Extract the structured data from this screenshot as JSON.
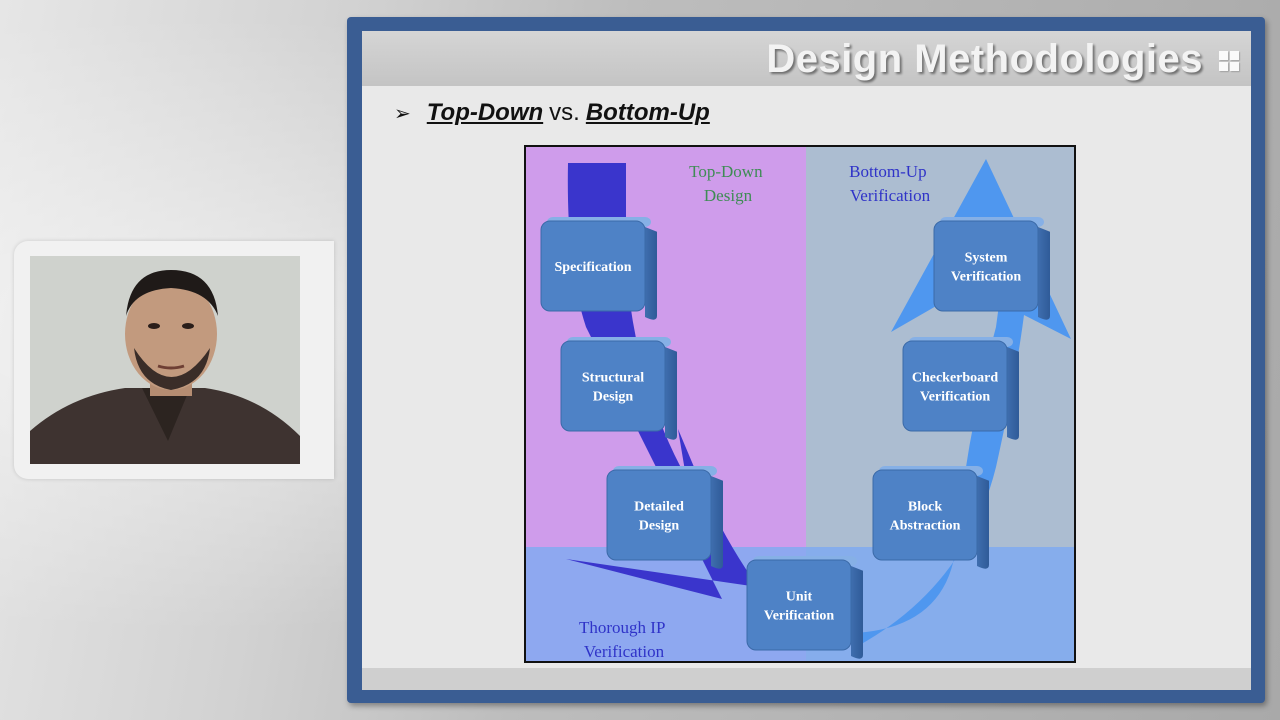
{
  "slide": {
    "title": "Design Methodologies",
    "bullet": {
      "glyph": "➢",
      "term_a": "Top-Down",
      "connector": "vs.",
      "term_b": "Bottom-Up"
    }
  },
  "diagram": {
    "region_labels": {
      "top_down": [
        "Top-Down",
        "Design"
      ],
      "bottom_up": [
        "Bottom-Up",
        "Verification"
      ],
      "ip": [
        "Thorough IP",
        "Verification"
      ]
    },
    "boxes": {
      "specification": [
        "Specification"
      ],
      "structural": [
        "Structural",
        "Design"
      ],
      "detailed": [
        "Detailed",
        "Design"
      ],
      "unit": [
        "Unit",
        "Verification"
      ],
      "block": [
        "Block",
        "Abstraction"
      ],
      "checkerboard": [
        "Checkerboard",
        "Verification"
      ],
      "system": [
        "System",
        "Verification"
      ]
    },
    "colors": {
      "top_down_bg": "#cf9ceb",
      "bottom_up_bg": "#acbdd1",
      "ip_band": "#8ea8f0",
      "down_arrow": "#3a35cc",
      "up_arrow": "#4f97ef",
      "box": "#4e82c6",
      "label_green": "#3f8c55",
      "label_blue": "#2f33c8"
    }
  }
}
